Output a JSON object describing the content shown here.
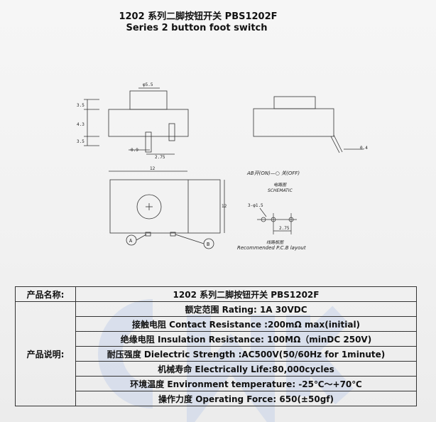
{
  "header": {
    "title_cn": "1202 系列二脚按钮开关 PBS1202F",
    "title_en": "Series 2 button foot switch"
  },
  "drawing": {
    "dims": {
      "cap_width": "φ5.5",
      "h1": "3.5",
      "h2": "4.3",
      "h3": "3.5",
      "pin_w": "0.9",
      "pin_pitch": "2.75",
      "body_w": "12",
      "body_h": "12",
      "lead_w": "0.4",
      "hole": "3-φ1.5",
      "hole_pitch": "2.75"
    },
    "labels": {
      "pin_a": "A",
      "pin_b": "B",
      "schematic": "AB开(ON)—○ 关(OFF)",
      "schematic_cn": "电路图",
      "schematic_en": "SCHEMATIC",
      "layout_cn": "线路板图",
      "layout_en": "Recommended P.C.B layout"
    }
  },
  "spec": {
    "product_name_label": "产品名称:",
    "product_name_value": "1202 系列二脚按钮开关 PBS1202F",
    "description_label": "产品说明:",
    "rows": [
      "额定范围 Rating:  1A 30VDC",
      "接触电阻 Contact Resistance :200mΩ max(initial)",
      "绝缘电阻 Insulation Resistance: 100MΩ（minDC 250V)",
      "耐压强度 Dielectric Strength :AC500V(50/60Hz for 1minute)",
      "机械寿命 Electrically Life:80,000cycles",
      "环境温度 Environment temperature:    -25℃～+70℃",
      "操作力度 Operating Force:  650(±50gf)"
    ]
  }
}
